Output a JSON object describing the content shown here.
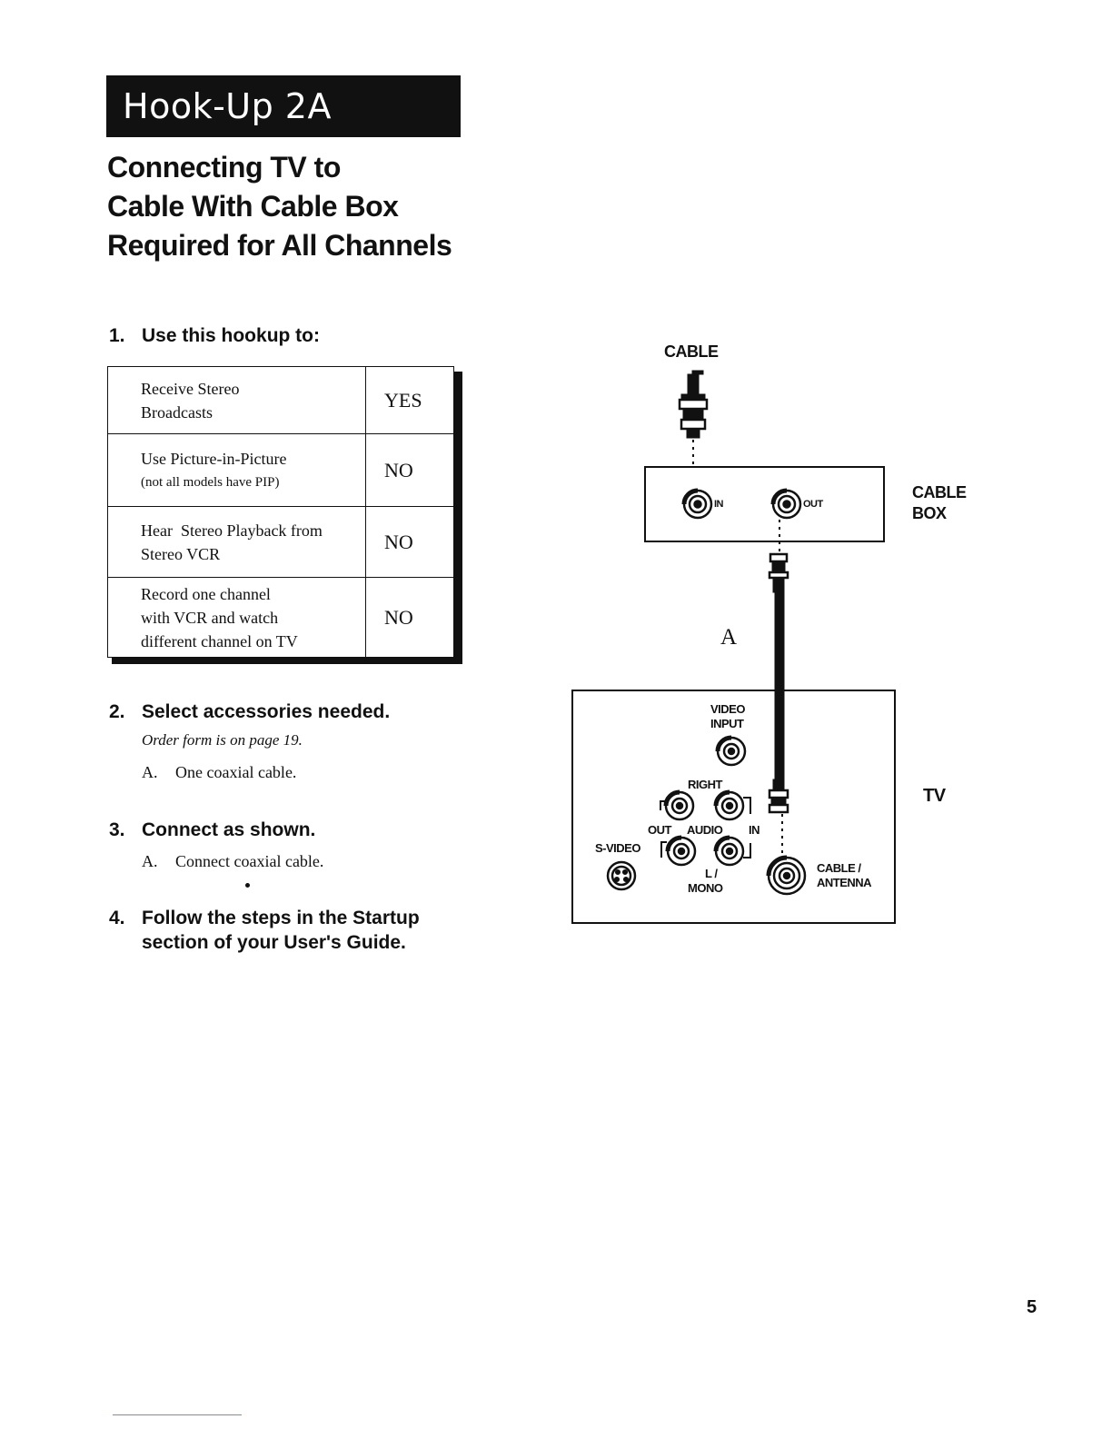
{
  "header": {
    "banner": "Hook-Up 2A",
    "title_lines": [
      "Connecting TV to",
      "Cable With Cable Box",
      "Required for All Channels"
    ]
  },
  "steps": [
    {
      "num": "1.",
      "title": "Use this hookup to:"
    },
    {
      "num": "2.",
      "title": "Select accessories needed.",
      "note": "Order form is on page 19.",
      "items": [
        {
          "letter": "A.",
          "text": "One coaxial cable."
        }
      ]
    },
    {
      "num": "3.",
      "title": "Connect as shown.",
      "items": [
        {
          "letter": "A.",
          "text": "Connect coaxial cable."
        }
      ]
    },
    {
      "num": "4.",
      "title_lines": [
        "Follow the steps in the Startup",
        "section of your User's Guide."
      ]
    }
  ],
  "table": {
    "rows": [
      {
        "lines": [
          "Receive Stereo",
          "Broadcasts"
        ],
        "answer": "YES"
      },
      {
        "lines": [
          "Use Picture-in-Picture"
        ],
        "small": "(not all models have PIP)",
        "answer": "NO"
      },
      {
        "lines": [
          "Hear  Stereo Playback from",
          "Stereo VCR"
        ],
        "answer": "NO"
      },
      {
        "lines": [
          "Record one channel",
          "with VCR and watch",
          "different channel on TV"
        ],
        "answer": "NO"
      }
    ]
  },
  "diagram": {
    "cable_label": "CABLE",
    "cable_box_label": [
      "CABLE",
      "BOX"
    ],
    "box_in": "IN",
    "box_out": "OUT",
    "cable_letter": "A",
    "tv_label": "TV",
    "tv_ports": {
      "video_input": [
        "VIDEO",
        "INPUT"
      ],
      "right": "RIGHT",
      "out": "OUT",
      "audio": "AUDIO",
      "in": "IN",
      "svideo": "S-VIDEO",
      "l_mono": [
        "L /",
        "MONO"
      ],
      "cable_antenna": [
        "CABLE /",
        "ANTENNA"
      ]
    }
  },
  "page_number": "5"
}
